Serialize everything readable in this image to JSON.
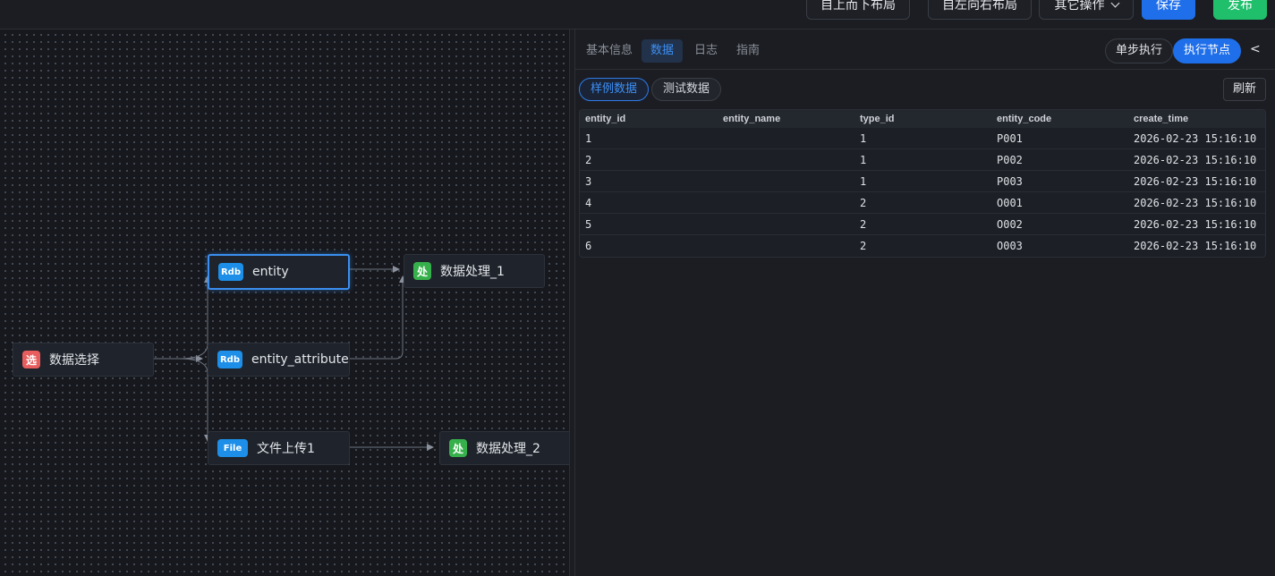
{
  "toolbar": {
    "top_down_layout": "自上而下布局",
    "left_right_layout": "自左向右布局",
    "other_actions": "其它操作",
    "save": "保存",
    "publish": "发布"
  },
  "canvas": {
    "nodes": {
      "data_select": {
        "badge": "选",
        "label": "数据选择"
      },
      "entity": {
        "badge": "Rdb",
        "label": "entity"
      },
      "entity_attribute": {
        "badge": "Rdb",
        "label": "entity_attribute"
      },
      "file_upload": {
        "badge": "File",
        "label": "文件上传1"
      },
      "process_1": {
        "badge": "处",
        "label": "数据处理_1"
      },
      "process_2": {
        "badge": "处",
        "label": "数据处理_2"
      }
    }
  },
  "panel": {
    "tabs": [
      "基本信息",
      "数据",
      "日志",
      "指南"
    ],
    "active_tab": "数据",
    "step_run": "单步执行",
    "run_node": "执行节点",
    "collapse": "<",
    "subtabs": [
      "样例数据",
      "测试数据"
    ],
    "refresh": "刷新",
    "table": {
      "columns": [
        "entity_id",
        "entity_name",
        "type_id",
        "entity_code",
        "create_time"
      ],
      "rows": [
        [
          "1",
          "",
          "1",
          "P001",
          "2026-02-23 15:16:10"
        ],
        [
          "2",
          "",
          "1",
          "P002",
          "2026-02-23 15:16:10"
        ],
        [
          "3",
          "",
          "1",
          "P003",
          "2026-02-23 15:16:10"
        ],
        [
          "4",
          "",
          "2",
          "O001",
          "2026-02-23 15:16:10"
        ],
        [
          "5",
          "",
          "2",
          "O002",
          "2026-02-23 15:16:10"
        ],
        [
          "6",
          "",
          "2",
          "O003",
          "2026-02-23 15:16:10"
        ]
      ]
    }
  },
  "colors": {
    "accent": "#1f6fea",
    "success": "#1fbf6c",
    "rdb_badge": "#1d8fe8",
    "select_badge": "#e85d5d",
    "process_badge": "#36b04a"
  }
}
